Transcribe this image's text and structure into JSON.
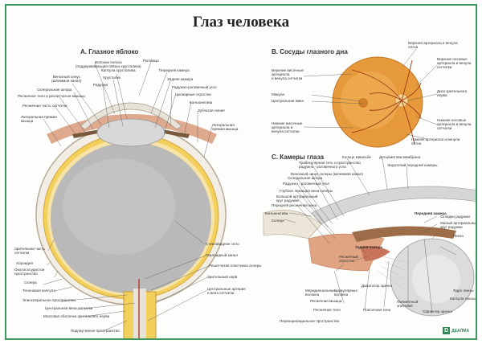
{
  "title": "Глаз человека",
  "sections": {
    "a": "А. Глазное яблоко",
    "b": "В. Сосуды глазного дна",
    "c": "С. Камеры глаза"
  },
  "a_labels": {
    "zonule": "Волокна пояска\n(поддерживающая связка хрусталика)",
    "venous_sinus": "Венозный синус\n(Шлеммов канал)",
    "scleral_spur": "Склеральная шпора",
    "ciliary_body": "Ресничное тело и реснитчатые мышцы",
    "ciliary_retina": "Ресничная часть сетчатки",
    "lat_rectus": "Латеральная прямая\nмышца",
    "lens_capsule": "Капсула хрусталика",
    "lens": "Хрусталик",
    "iris": "Радужка",
    "cornea": "Роговица",
    "ant_chamber": "Передняя камера",
    "post_chamber": "Задняя камера",
    "iridocorneal": "Радужно-роговичный угол",
    "ciliary_proc": "Цилиарные отростки",
    "conjunctiva": "Конъюнктива",
    "ora_serrata": "Зубчатая линия",
    "med_rectus": "Латеральная\nпрямая мышца",
    "optic_retina": "Зрительная часть\nсетчатки",
    "choroid": "Хороидея",
    "perichoroidal": "Околососудистое\nпространство",
    "sclera": "Склера",
    "tenon": "Теноновая капсула",
    "episcleral": "Эписклеральное пространство",
    "cra_vein": "Центральная вена сетчатки",
    "dura": "Мозговая оболочка зрительного нерва",
    "subarachnoid": "Подпаутинное пространство",
    "vitreous": "Стекловидное тело",
    "hyaloid": "Гиалоидный канал",
    "cribrosa": "Решетчатая пластинка склеры",
    "optic_nerve": "Зрительный нерв",
    "cra_artery": "Центральные артерия\nи вена сетчатки"
  },
  "b_labels": {
    "sup_temporal": "Верхние височные\nартериола\nи венула сетчатки",
    "macula": "Макула",
    "fovea": "Центральная ямка",
    "inf_temporal": "Нижние височные\nартериола и\nвенула сетчатки",
    "sup_macular": "Верхняя артериола и венула\nпятна",
    "sup_nasal": "Верхние носовые\nартериола и венула\nсетчатки",
    "optic_disc": "Диск зрительного\nнерва",
    "inf_nasal": "Нижние носовые\nартериола и венула\nсетчатки",
    "inf_macular": "Нижняя артериола и венула\nпятна"
  },
  "c_labels": {
    "schlemm": "Кольцо Швальбе",
    "descemet": "Десцеметова мембрана",
    "endothelium": "Эндотелий передней камеры",
    "trabecular": "Трабекулярная сеть и пространство\nрадужно - роговичного угла",
    "venous_sinus": "Венозный синус склеры (Шлеммов канал)",
    "scleral_spur": "Склеральная шпора",
    "angle": "Радужно - роговичный угол",
    "deep_vein": "Глубоко лежащая вена склеры",
    "major_circle": "Большой артериальный\nкруг радужки",
    "ciliary_vein": "Передняя ресничная вена",
    "conjunctiva": "Конъюнктива",
    "sclera": "Склера",
    "ant_chamber": "Передняя камера",
    "iris_folds": "Складки радужки",
    "minor_circle": "Малый артериальный\nкруг радужки",
    "lens": "Линза",
    "post_chamber": "Задняя камера",
    "ciliary_proc": "Ресничный\nотросток",
    "meridional": "Меридиональные\nволокна",
    "circular": "Циркулярные\nволокна",
    "ciliary_muscle": "Ресничная мышца",
    "dilator": "Дилататор зрачка",
    "ciliary_body": "Ресничное тело",
    "posterior_iris": "Пигментный\nэпителий",
    "sphincter": "Сфинктер зрачка",
    "lens_nucleus": "Ядро линзы",
    "lens_capsule": "Капсула линзы",
    "lens_cortex": "Ядро линзы",
    "zonule": "Поясочная зона",
    "perichoroid": "Перихориоидальное пространство"
  },
  "logo": "ДЕАЛМА",
  "colors": {
    "frame": "#3c9a5c",
    "sclera": "#f2eee6",
    "choroid": "#f3cf5c",
    "vitreous": "#b9b9b9",
    "lens": "#d8d8d8",
    "retina_fundus": "#e79a3b",
    "vessel": "#9b3a1a",
    "muscle": "#d99a7a"
  }
}
